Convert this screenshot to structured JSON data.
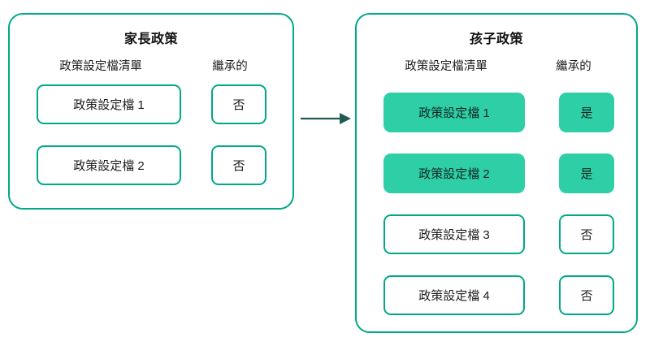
{
  "diagram": {
    "title_semantic": "policy-profile-inheritance",
    "colors": {
      "panel_border": "#00a887",
      "cell_border": "#00a887",
      "cell_fill_inherited": "#2ecfa7",
      "arrow": "#1f5c52",
      "text": "#1b1b1b",
      "background": "#ffffff"
    }
  },
  "parent_panel": {
    "title": "家長政策",
    "headers": {
      "profile_list": "政策設定檔清單",
      "inherited": "繼承的"
    },
    "rows": [
      {
        "profile": "政策設定檔 1",
        "inherited": "否",
        "is_inherited": false
      },
      {
        "profile": "政策設定檔 2",
        "inherited": "否",
        "is_inherited": false
      }
    ]
  },
  "child_panel": {
    "title": "孩子政策",
    "headers": {
      "profile_list": "政策設定檔清單",
      "inherited": "繼承的"
    },
    "rows": [
      {
        "profile": "政策設定檔 1",
        "inherited": "是",
        "is_inherited": true
      },
      {
        "profile": "政策設定檔 2",
        "inherited": "是",
        "is_inherited": true
      },
      {
        "profile": "政策設定檔 3",
        "inherited": "否",
        "is_inherited": false
      },
      {
        "profile": "政策設定檔 4",
        "inherited": "否",
        "is_inherited": false
      }
    ]
  },
  "connector": {
    "icon": "arrow-right-icon",
    "direction": "parent-to-child"
  }
}
